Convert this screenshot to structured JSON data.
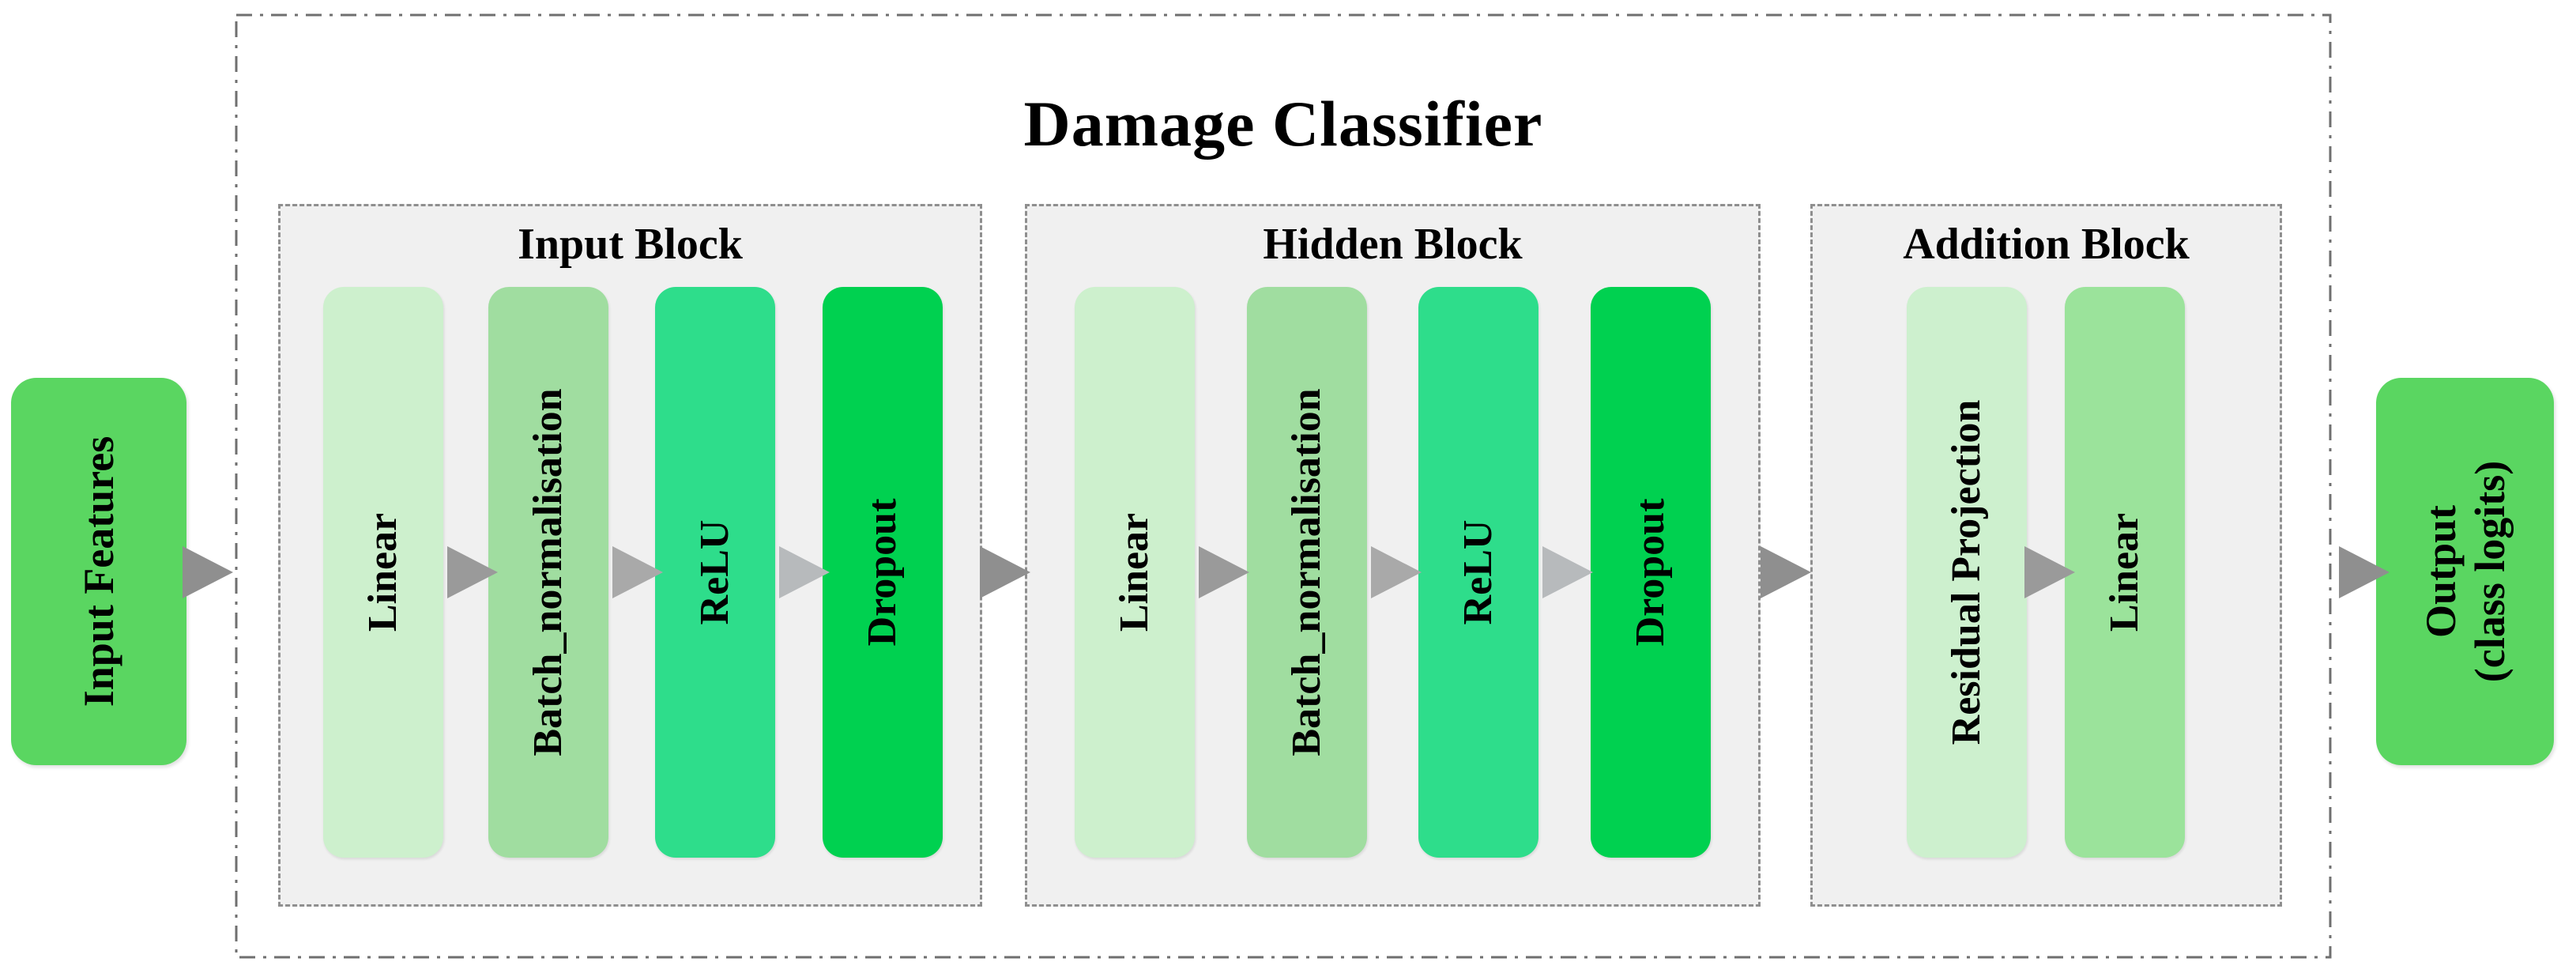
{
  "diagram": {
    "title": "Damage Classifier",
    "input_node": {
      "label": "Input Features",
      "color": "#5ad661"
    },
    "output_node": {
      "label_line1": "Output",
      "label_line2": "(class logits)",
      "color": "#5ad661"
    },
    "blocks": [
      {
        "title": "Input Block",
        "layers": [
          {
            "label": "Linear",
            "color": "#cdf0cd"
          },
          {
            "label": "Batch_normalisation",
            "color": "#a0dda0"
          },
          {
            "label": "ReLU",
            "color": "#2edd8b"
          },
          {
            "label": "Dropout",
            "color": "#00d150"
          }
        ]
      },
      {
        "title": "Hidden Block",
        "layers": [
          {
            "label": "Linear",
            "color": "#cdf0cd"
          },
          {
            "label": "Batch_normalisation",
            "color": "#a0dda0"
          },
          {
            "label": "ReLU",
            "color": "#2edd8b"
          },
          {
            "label": "Dropout",
            "color": "#00d150"
          }
        ]
      },
      {
        "title": "Addition Block",
        "layers": [
          {
            "label": "Residual Projection",
            "color": "#cdf0ce"
          },
          {
            "label": "Linear",
            "color": "#9be39b"
          }
        ]
      }
    ],
    "palette": {
      "panel_background": "#f0f0f0",
      "panel_border": "#8f8f8f",
      "outer_border": "#6f6f6f",
      "text": "#000000",
      "arrow_grays": [
        "#8f8f8f",
        "#9a9a9a",
        "#a9a9a9",
        "#b7babc"
      ]
    }
  }
}
